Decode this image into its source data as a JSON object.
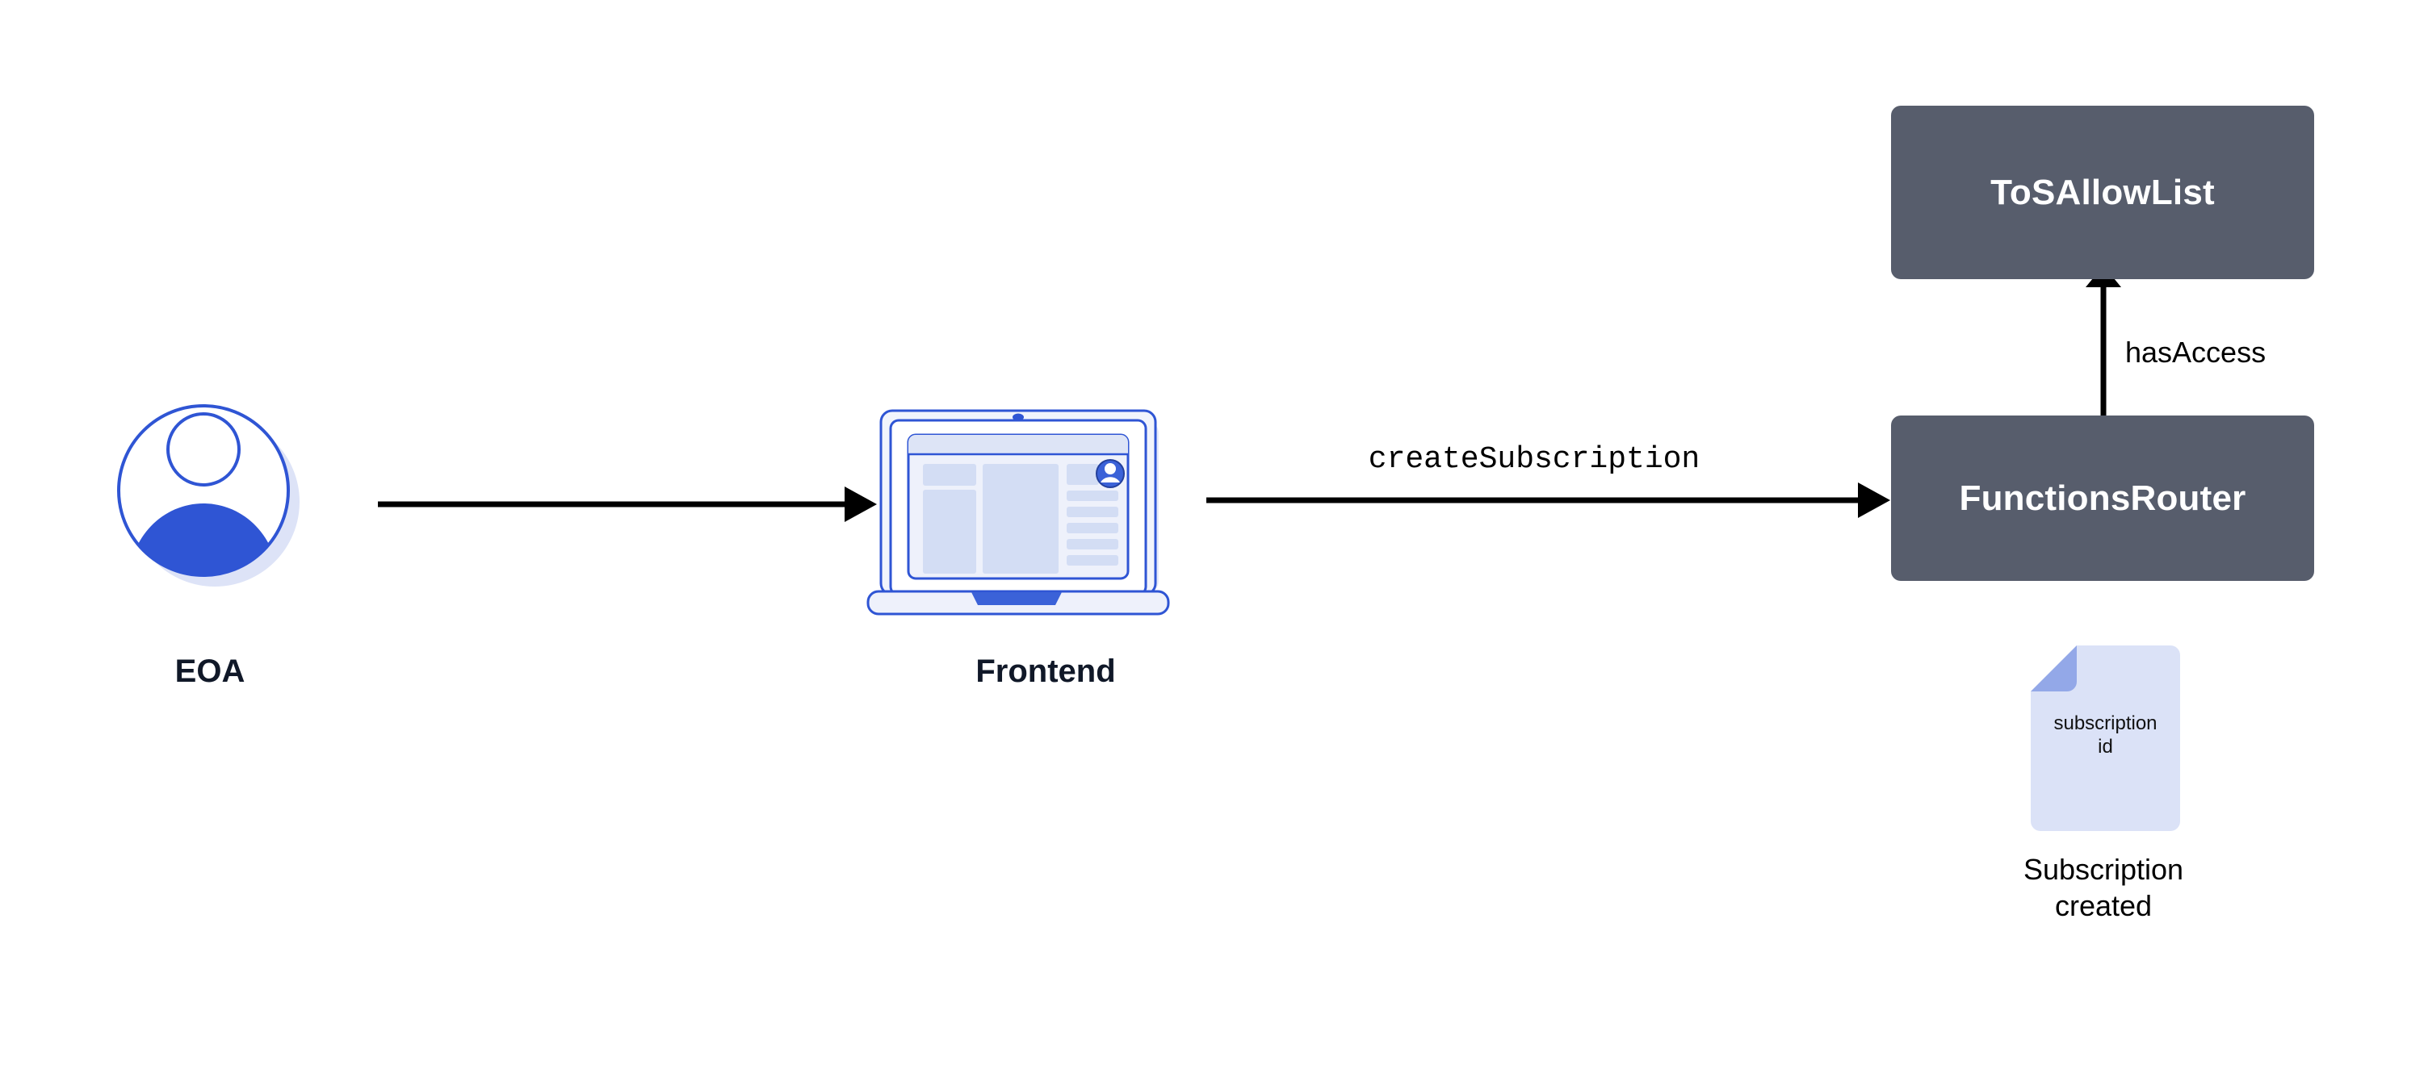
{
  "diagram": {
    "title_visible": false,
    "background_color": "#ffffff",
    "node_fill_color": "#575d6c",
    "node_text_color": "#ffffff",
    "actor_label_color": "#101828",
    "accent_blue": "#2f55d4",
    "accent_blue_light": "#dbe2f7",
    "accent_periwinkle": "#93a8e8",
    "edge_color": "#000000"
  },
  "actors": {
    "eoa": {
      "label": "EOA",
      "icon": "user-avatar-icon"
    },
    "frontend": {
      "label": "Frontend",
      "icon": "laptop-icon"
    }
  },
  "contracts": [
    {
      "id": "tos-allow-list",
      "label": "ToSAllowList"
    },
    {
      "id": "functions-router",
      "label": "FunctionsRouter"
    }
  ],
  "edges": [
    {
      "id": "eoa-to-frontend",
      "label": "",
      "from": "EOA",
      "to": "Frontend",
      "direction": "right"
    },
    {
      "id": "frontend-to-functions-router",
      "label": "createSubscription",
      "from": "Frontend",
      "to": "FunctionsRouter",
      "direction": "right",
      "label_font": "mono"
    },
    {
      "id": "functions-router-to-tos-allow-list",
      "label": "hasAccess",
      "from": "FunctionsRouter",
      "to": "ToSAllowList",
      "direction": "up",
      "label_font": "sans"
    }
  ],
  "artifact": {
    "id": "subscription-file",
    "icon": "file-document-icon",
    "inner_text": "subscription\nid",
    "caption": "Subscription\ncreated"
  }
}
